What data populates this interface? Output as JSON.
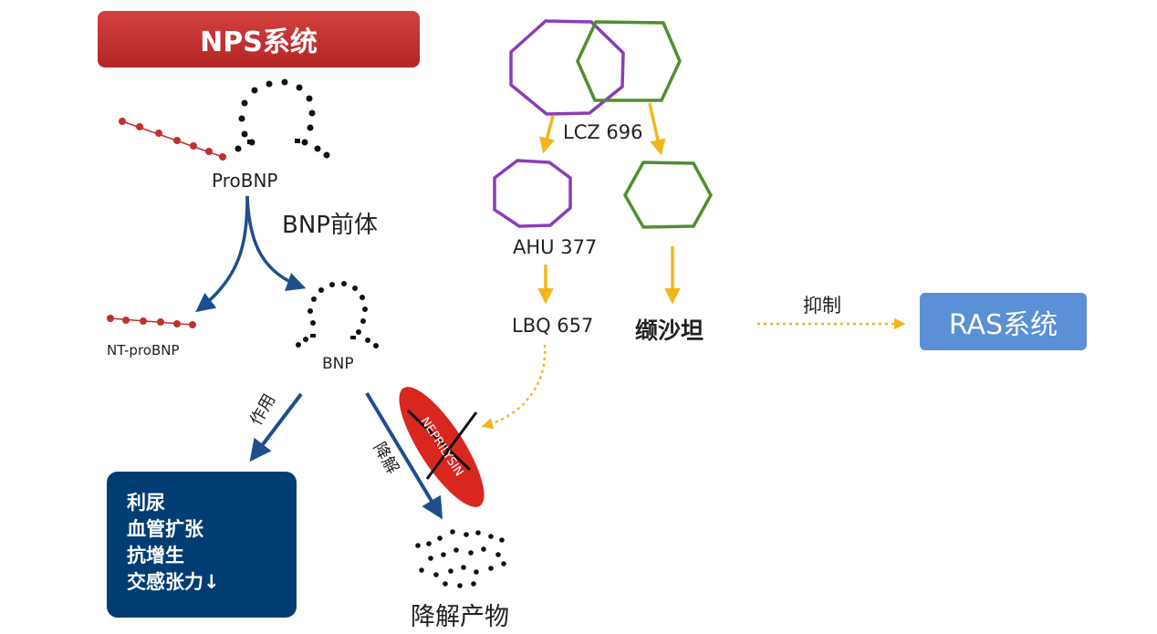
{
  "nps_system": "NPS系统",
  "probnp": "ProBNP",
  "bnp_precursor": "BNP前体",
  "nt_probnp": "NT-proBNP",
  "bnp": "BNP",
  "action": "作用",
  "degrade": "降解",
  "effects": [
    "利尿",
    "血管扩张",
    "抗增生",
    "交感张力↓"
  ],
  "degradation_products": "降解产物",
  "neprilysin": "NEPRILYSIN",
  "lcz696": "LCZ 696",
  "ahu377": "AHU 377",
  "lbq657": "LBQ 657",
  "valsartan": "缬沙坦",
  "inhibit": "抑制",
  "ras_system": "RAS系统",
  "colors": {
    "nps_red": "#c0302f",
    "ras_blue": "#5b8fd6",
    "effects_navy": "#003d73",
    "arrow_navy": "#1f4e8c",
    "arrow_gold": "#f2b61c",
    "ring_purple": "#8a3db8",
    "ring_green": "#4f8f2e",
    "enzyme_red": "#d9271f"
  }
}
